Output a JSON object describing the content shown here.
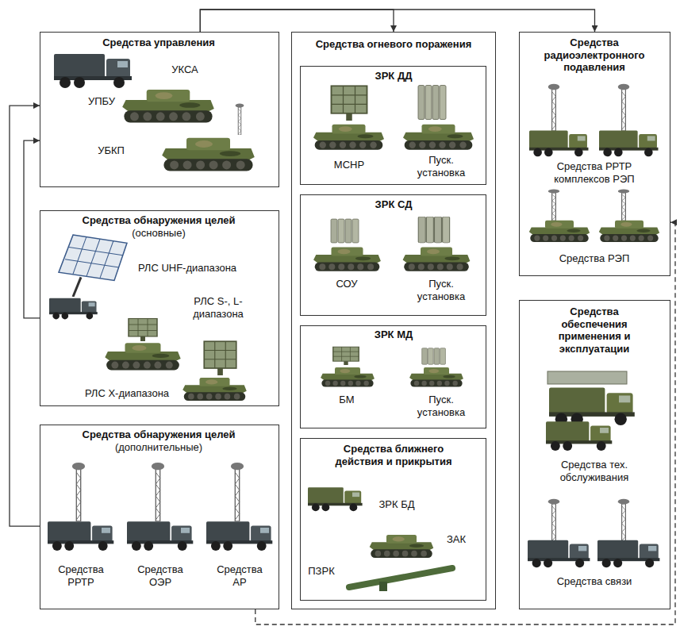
{
  "diagram": {
    "nodes": [
      {
        "text": [
          "Средства управления",
          "УКСА",
          "УПБУ",
          "УБКП"
        ]
      },
      {
        "text": [
          "Средства обнаружения целей",
          "(основные)",
          "РЛС UHF-диапазона",
          "РЛС S-, L-диапазона",
          "РЛС X-диапазона"
        ]
      },
      {
        "text": [
          "Средства обнаружения целей",
          "(дополнительные)",
          "Средства РРТР",
          "Средства ОЭР",
          "Средства АР"
        ]
      },
      {
        "text": [
          "Средства огневого поражения"
        ]
      },
      {
        "text": [
          "ЗРК ДД",
          "МСНР",
          "Пуск. установка"
        ],
        "in": 3
      },
      {
        "text": [
          "ЗРК СД",
          "СОУ",
          "Пуск. установка"
        ],
        "in": 3
      },
      {
        "text": [
          "ЗРК МД",
          "БМ",
          "Пуск. установка"
        ],
        "in": 3
      },
      {
        "text": [
          "Средства ближнего действия и прикрытия",
          "ЗРК БД",
          "ЗАК",
          "ПЗРК"
        ],
        "in": 3
      },
      {
        "text": [
          "Средства радиоэлектронного подавления",
          "Средства РРТР комплексов РЭП",
          "Средства РЭП"
        ]
      },
      {
        "text": [
          "Средства обеспечения применения и эксплуатации",
          "Средства тех. обслуживания",
          "Средства связи"
        ]
      }
    ],
    "edges": [
      {
        "from": 0,
        "to": 3,
        "arrow": "to"
      },
      {
        "from": 0,
        "to": 8,
        "arrow": "to"
      },
      {
        "from": 1,
        "to": 0,
        "arrow": "to"
      },
      {
        "from": 2,
        "to": 0,
        "arrow": "to"
      },
      {
        "from": 2,
        "to": 8,
        "arrow": "to"
      }
    ]
  }
}
